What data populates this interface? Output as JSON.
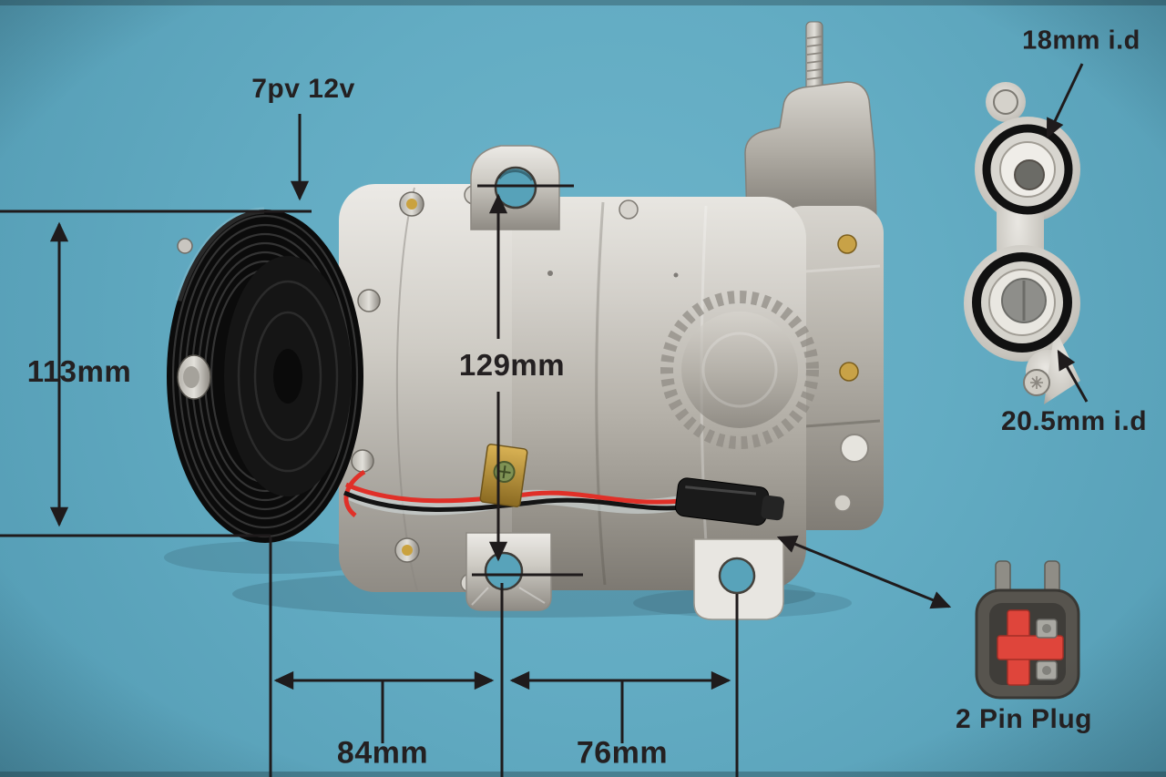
{
  "colors": {
    "background": "#61aac1",
    "annotation_ink": "#221e1f",
    "wire_red": "#e03028",
    "plug_cross_red": "#df453b",
    "oring_black": "#101010"
  },
  "annotations": {
    "belt_spec": "7pv 12v",
    "pulley_diameter": "113mm",
    "mount_height": "129mm",
    "mount_spacing_left": "84mm",
    "mount_spacing_right": "76mm",
    "small_port": "18mm i.d",
    "large_port": "20.5mm i.d",
    "connector": "2 Pin Plug"
  }
}
